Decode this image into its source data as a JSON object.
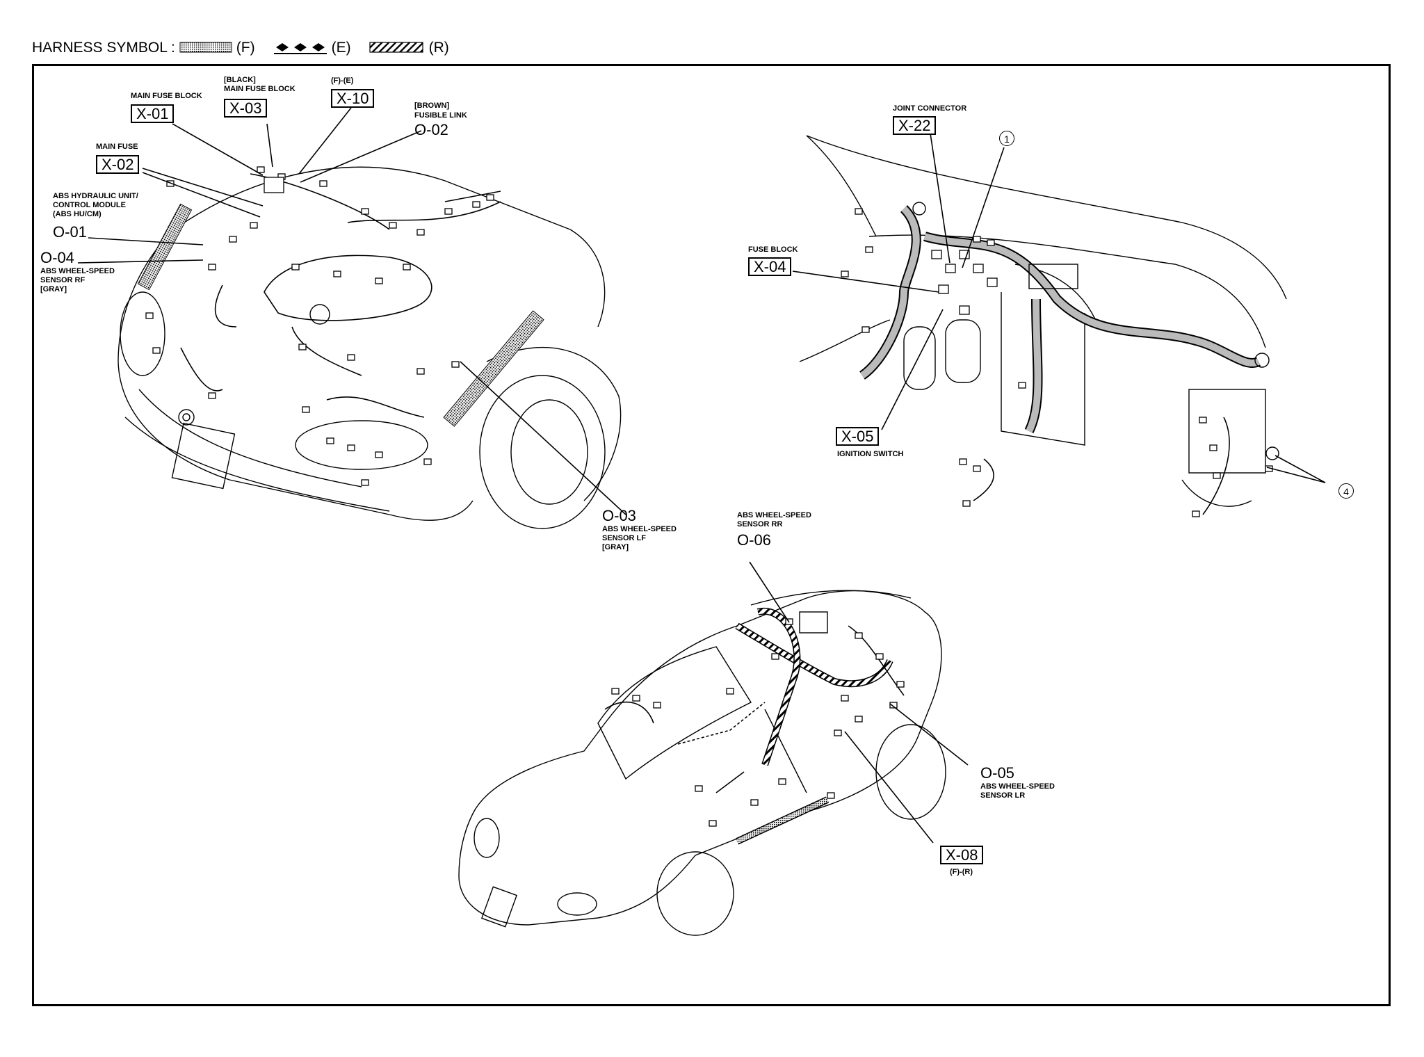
{
  "legend": {
    "title": "HARNESS SYMBOL :",
    "front": "(F)",
    "emission": "(E)",
    "rear": "(R)"
  },
  "labels": {
    "x01_desc": "MAIN FUSE BLOCK",
    "x01_code": "X-01",
    "x03_desc1": "[BLACK]",
    "x03_desc2": "MAIN FUSE BLOCK",
    "x03_code": "X-03",
    "x10_desc": "(F)-(E)",
    "x10_code": "X-10",
    "o02_desc1": "[BROWN]",
    "o02_desc2": "FUSIBLE LINK",
    "o02_code": "O-02",
    "x02_desc": "MAIN FUSE",
    "x02_code": "X-02",
    "o01_desc1": "ABS HYDRAULIC UNIT/",
    "o01_desc2": "CONTROL MODULE",
    "o01_desc3": "(ABS HU/CM)",
    "o01_code": "O-01",
    "o04_code": "O-04",
    "o04_desc1": "ABS WHEEL-SPEED",
    "o04_desc2": "SENSOR RF",
    "o04_desc3": "[GRAY]",
    "o03_code": "O-03",
    "o03_desc1": "ABS WHEEL-SPEED",
    "o03_desc2": "SENSOR LF",
    "o03_desc3": "[GRAY]",
    "x22_desc": "JOINT CONNECTOR",
    "x22_code": "X-22",
    "x04_desc": "FUSE BLOCK",
    "x04_code": "X-04",
    "x05_code": "X-05",
    "x05_desc": "IGNITION SWITCH",
    "o06_desc1": "ABS WHEEL-SPEED",
    "o06_desc2": "SENSOR RR",
    "o06_code": "O-06",
    "o05_code": "O-05",
    "o05_desc1": "ABS WHEEL-SPEED",
    "o05_desc2": "SENSOR LR",
    "x08_code": "X-08",
    "x08_desc": "(F)-(R)",
    "callout_1": "1",
    "callout_4": "4"
  }
}
